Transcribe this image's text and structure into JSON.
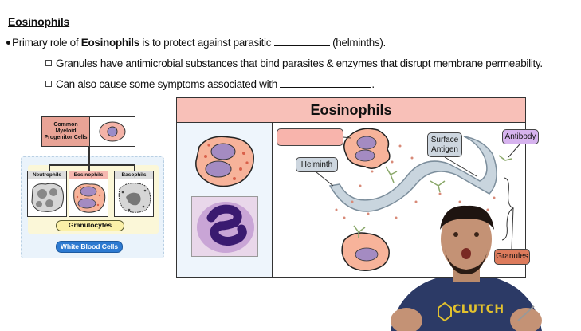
{
  "notes": {
    "heading": "Eosinophils",
    "bullet": {
      "prefix": "Primary role of ",
      "bold": "Eosinophils",
      "middle": " is to protect against parasitic ",
      "suffix": " (helminths)."
    },
    "sub_items": [
      {
        "text": "Granules have antimicrobial substances that bind parasites & enzymes that disrupt membrane permeability."
      },
      {
        "text": "Can also cause some symptoms associated with ",
        "suffix": "."
      }
    ]
  },
  "hierarchy": {
    "root_label": "Common Myeloid Progenitor Cells",
    "cells": [
      {
        "label": "Neutrophils",
        "color": "#dddddd"
      },
      {
        "label": "Eosinophils",
        "color": "#f6b8b0"
      },
      {
        "label": "Basophils",
        "color": "#dddddd"
      }
    ],
    "group_label": "Granulocytes",
    "category_label": "White Blood Cells"
  },
  "diagram": {
    "title": "Eosinophils",
    "labels": {
      "blank": "",
      "helminth": "Helminth",
      "surface_antigen": "Surface Antigen",
      "antibody": "Antibody",
      "granules": "Granules"
    },
    "colors": {
      "title_bg": "#f8c0b8",
      "cell_body": "#f7b39a",
      "nucleus": "#a48bc2",
      "helminth": "#c9d5de",
      "granules_label": "#dd7b5c",
      "antibody_label": "#d6b3ee"
    }
  },
  "presenter": {
    "shirt_logo": "CLUTCH"
  }
}
